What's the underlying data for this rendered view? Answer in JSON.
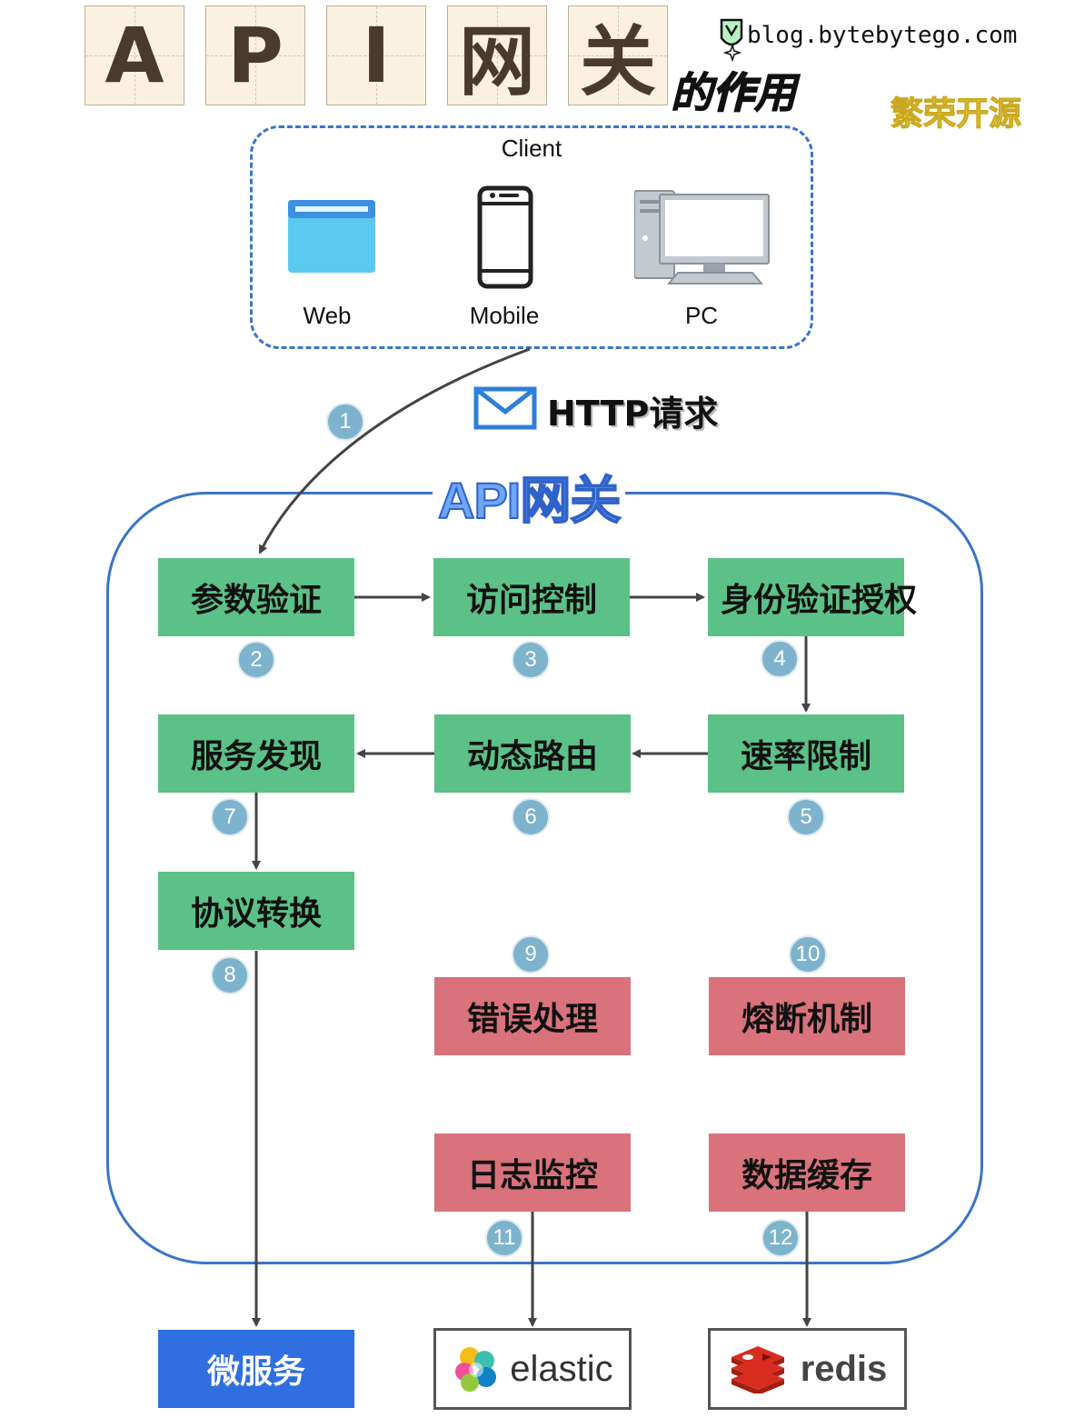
{
  "header": {
    "title_chars": [
      "A",
      "P",
      "I",
      "网",
      "关"
    ],
    "subtitle_pre": "的",
    "subtitle_hl": "作",
    "subtitle_post": "用",
    "blog": "blog.bytebytego.com",
    "watermark": "繁荣开源"
  },
  "client": {
    "label": "Client",
    "items": [
      {
        "label": "Web",
        "icon": "browser-window-icon"
      },
      {
        "label": "Mobile",
        "icon": "mobile-phone-icon"
      },
      {
        "label": "PC",
        "icon": "desktop-pc-icon"
      }
    ]
  },
  "request": {
    "label": "HTTP请求",
    "icon": "envelope-icon"
  },
  "gateway": {
    "title": "API网关"
  },
  "steps": [
    {
      "num": "1"
    },
    {
      "num": "2",
      "label": "参数验证"
    },
    {
      "num": "3",
      "label": "访问控制"
    },
    {
      "num": "4",
      "label": "身份验证授权"
    },
    {
      "num": "5",
      "label": "速率限制"
    },
    {
      "num": "6",
      "label": "动态路由"
    },
    {
      "num": "7",
      "label": "服务发现"
    },
    {
      "num": "8",
      "label": "协议转换"
    },
    {
      "num": "9",
      "label": "错误处理"
    },
    {
      "num": "10",
      "label": "熔断机制"
    },
    {
      "num": "11",
      "label": "日志监控"
    },
    {
      "num": "12",
      "label": "数据缓存"
    }
  ],
  "outputs": {
    "microservice": "微服务",
    "elastic": "elastic",
    "redis": "redis"
  },
  "colors": {
    "green_node": "#5bc187",
    "red_node": "#d9727b",
    "gateway_border": "#3a74c9",
    "badge": "#7eb3cd",
    "microservice": "#2f6fe0"
  }
}
